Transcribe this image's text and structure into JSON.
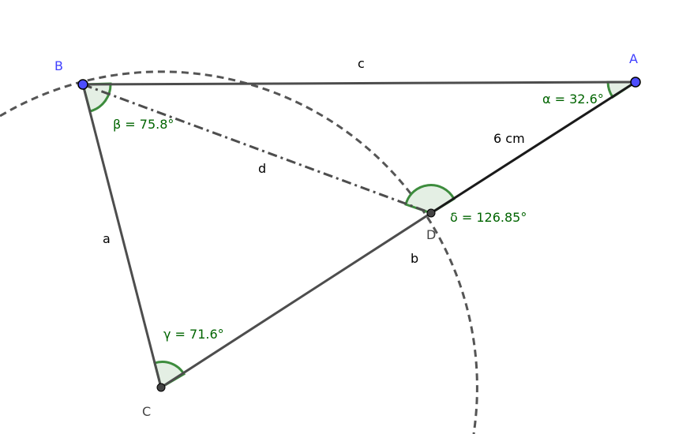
{
  "points": {
    "A": "A",
    "B": "B",
    "C": "C",
    "D": "D"
  },
  "segments": {
    "a": "a",
    "b": "b",
    "c": "c",
    "d": "d",
    "AD": "6 cm"
  },
  "angles": {
    "alpha": "α = 32.6°",
    "beta": "β = 75.8°",
    "gamma": "γ = 71.6°",
    "delta": "δ = 126.85°"
  },
  "colors": {
    "free_point": "#4d4dff",
    "dependent_point": "#444444",
    "angle": "#006400",
    "angle_fill": "#e4efe4",
    "segment": "#4d4d4d"
  }
}
